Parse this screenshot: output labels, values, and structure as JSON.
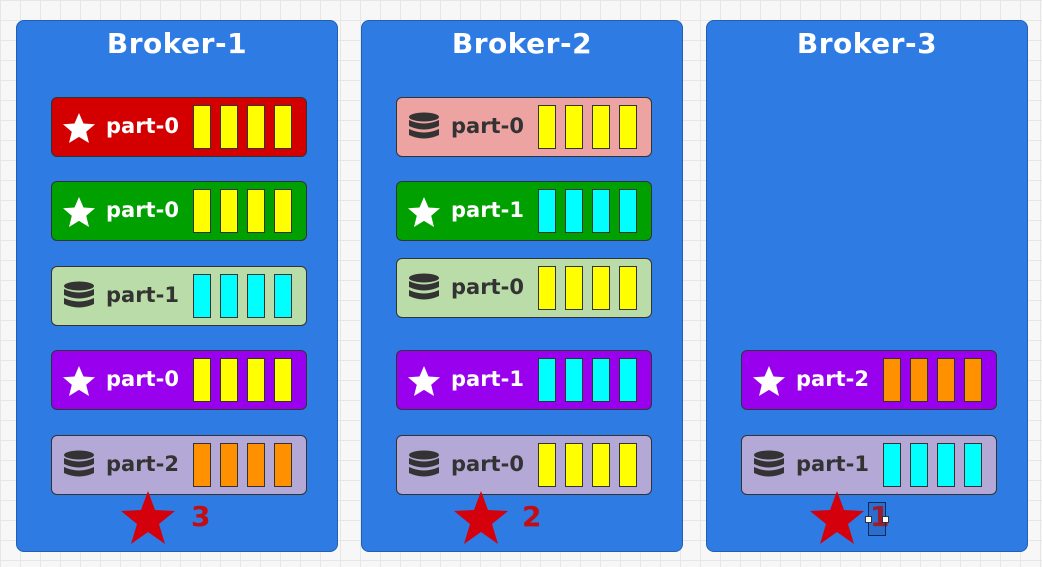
{
  "brokers": [
    {
      "title": "Broker-1",
      "partitions": [
        {
          "label": "part-0",
          "icon": "star-icon",
          "bg": "#d40000",
          "text_color": "#ffffff",
          "cell_color": "#ffff00"
        },
        {
          "label": "part-0",
          "icon": "star-icon",
          "bg": "#00a000",
          "text_color": "#ffffff",
          "cell_color": "#ffff00"
        },
        {
          "label": "part-1",
          "icon": "database-icon",
          "bg": "#b9dca8",
          "text_color": "#333333",
          "cell_color": "#00ffff"
        },
        {
          "label": "part-0",
          "icon": "star-icon",
          "bg": "#9900ee",
          "text_color": "#ffffff",
          "cell_color": "#ffff00"
        },
        {
          "label": "part-2",
          "icon": "database-icon",
          "bg": "#b4a8d6",
          "text_color": "#333333",
          "cell_color": "#ff9000"
        }
      ],
      "marker_count": "3"
    },
    {
      "title": "Broker-2",
      "partitions": [
        {
          "label": "part-0",
          "icon": "database-icon",
          "bg": "#eca3a1",
          "text_color": "#333333",
          "cell_color": "#ffff00"
        },
        {
          "label": "part-1",
          "icon": "star-icon",
          "bg": "#00a000",
          "text_color": "#ffffff",
          "cell_color": "#00ffff"
        },
        {
          "label": "part-0",
          "icon": "database-icon",
          "bg": "#b9dca8",
          "text_color": "#333333",
          "cell_color": "#ffff00"
        },
        {
          "label": "part-1",
          "icon": "star-icon",
          "bg": "#9900ee",
          "text_color": "#ffffff",
          "cell_color": "#00ffff"
        },
        {
          "label": "part-0",
          "icon": "database-icon",
          "bg": "#b4a8d6",
          "text_color": "#333333",
          "cell_color": "#ffff00"
        }
      ],
      "marker_count": "2"
    },
    {
      "title": "Broker-3",
      "partitions": [
        {
          "label": "part-2",
          "icon": "star-icon",
          "bg": "#9900ee",
          "text_color": "#ffffff",
          "cell_color": "#ff9000"
        },
        {
          "label": "part-1",
          "icon": "database-icon",
          "bg": "#b4a8d6",
          "text_color": "#333333",
          "cell_color": "#00ffff"
        }
      ],
      "marker_count": "1"
    }
  ],
  "colors": {
    "broker_bg": "#2e7be3",
    "marker": "#d4000c",
    "marker_text": "#c40d10"
  }
}
